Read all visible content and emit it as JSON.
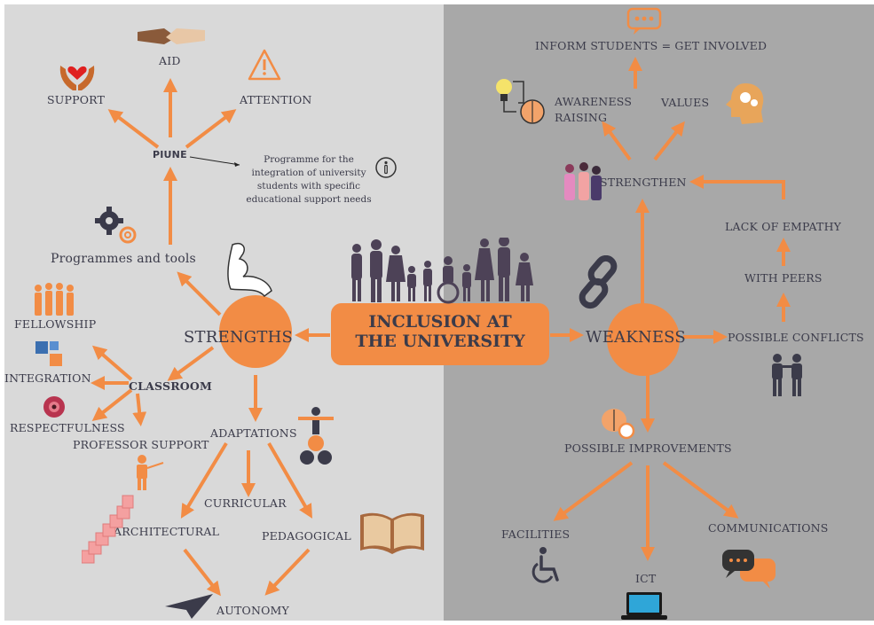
{
  "center": {
    "line1": "INCLUSION AT",
    "line2": "THE UNIVERSITY"
  },
  "left": {
    "strengths": "STRENGTHS",
    "programmes_tools": "Programmes and tools",
    "piune": "PIUNE",
    "piune_note": "Programme for the integration of university students with specific educational support needs",
    "support": "SUPPORT",
    "aid": "AID",
    "attention": "ATTENTION",
    "classroom": "CLASSROOM",
    "fellowship": "FELLOWSHIP",
    "integration": "INTEGRATION",
    "respectfulness": "RESPECTFULNESS",
    "professor_support": "PROFESSOR SUPPORT",
    "adaptations": "ADAPTATIONS",
    "curricular": "CURRICULAR",
    "architectural": "ARCHITECTURAL",
    "pedagogical": "PEDAGOGICAL",
    "autonomy": "AUTONOMY"
  },
  "right": {
    "weakness": "WEAKNESS",
    "strengthen": "STRENGTHEN",
    "inform": "INFORM STUDENTS = GET INVOLVED",
    "awareness_1": "AWARENESS",
    "awareness_2": "RAISING",
    "values": "VALUES",
    "lack_empathy": "LACK OF EMPATHY",
    "with_peers": "WITH PEERS",
    "possible_conflicts": "POSSIBLE CONFLICTS",
    "possible_improvements": "POSSIBLE IMPROVEMENTS",
    "facilities": "FACILITIES",
    "ict": "ICT",
    "communications": "COMMUNICATIONS"
  },
  "icons": [
    "family-silhouette-icon",
    "heart-hands-icon",
    "handshake-icon",
    "warning-triangle-icon",
    "info-icon",
    "gears-icon",
    "flexed-arm-icon",
    "team-people-icon",
    "puzzle-icon",
    "flower-icon",
    "teacher-icon",
    "balance-figure-icon",
    "stairs-icon",
    "book-icon",
    "paper-plane-icon",
    "chat-bubble-icon",
    "lightbulb-brain-icon",
    "head-gears-icon",
    "women-group-icon",
    "chain-link-icon",
    "arguing-people-icon",
    "brain-clock-icon",
    "wheelchair-icon",
    "laptop-icon",
    "chat-bubbles-icon"
  ],
  "colors": {
    "accent": "#f28c45",
    "left_bg": "#d9d9d9",
    "right_bg": "#a8a8a8",
    "text": "#3b3b4a"
  }
}
